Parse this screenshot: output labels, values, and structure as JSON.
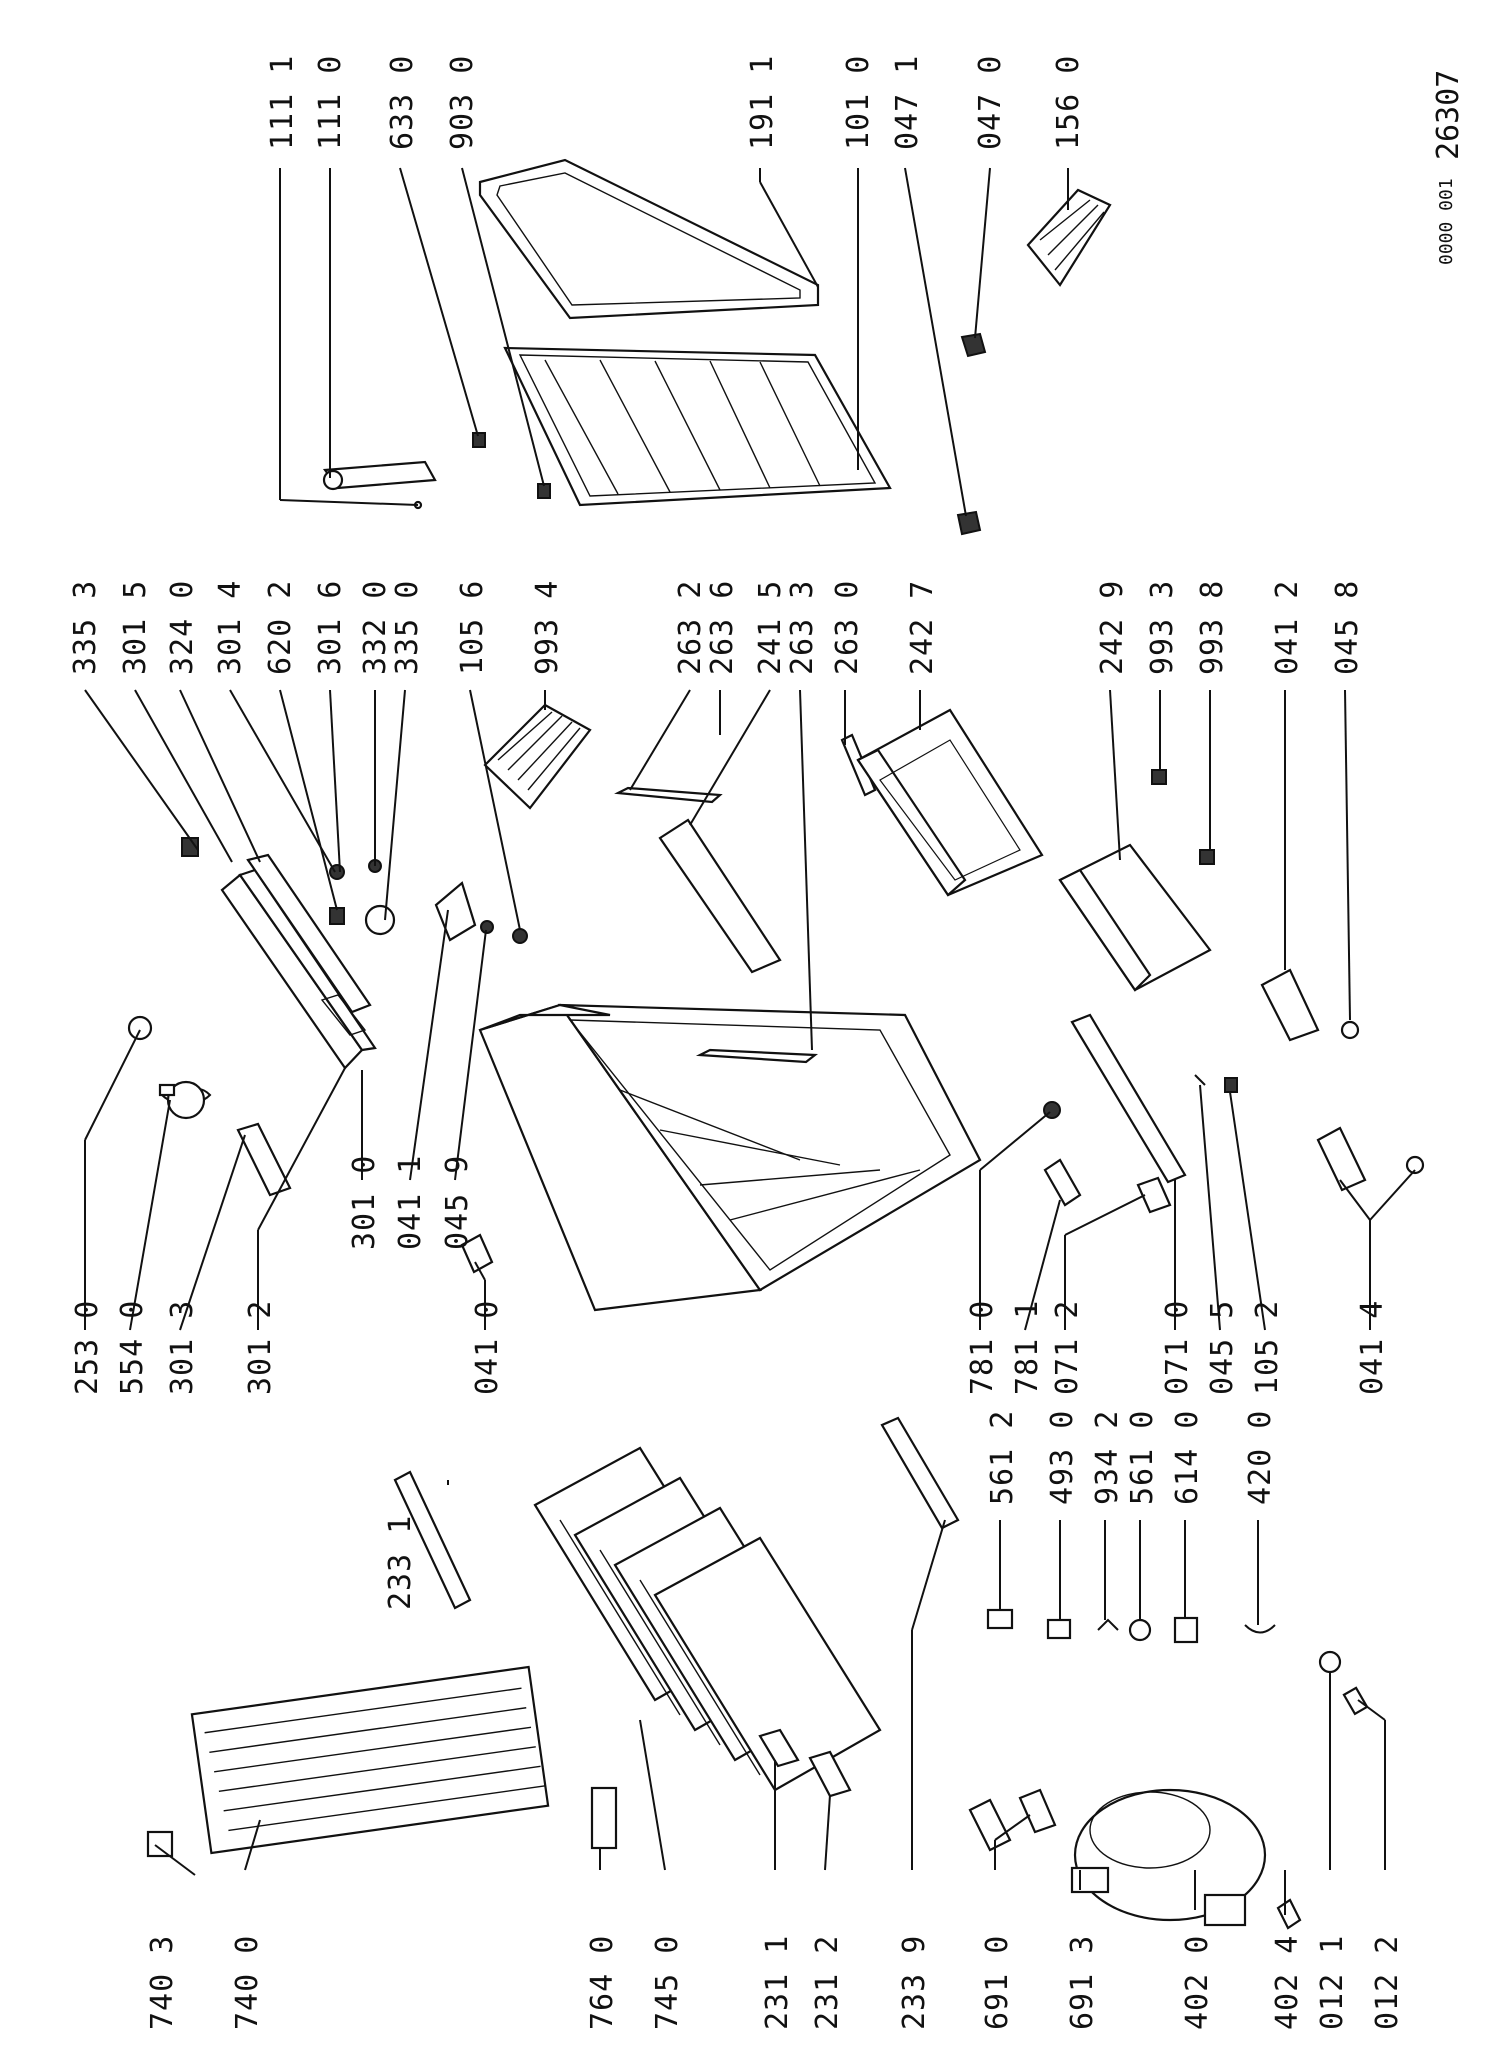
{
  "drawing": {
    "number": "26307",
    "code": "0000 001"
  },
  "labels": [
    {
      "id": "111-1",
      "text": "111 1"
    },
    {
      "id": "111-0",
      "text": "111 0"
    },
    {
      "id": "633-0",
      "text": "633 0"
    },
    {
      "id": "903-0",
      "text": "903 0"
    },
    {
      "id": "191-1",
      "text": "191 1"
    },
    {
      "id": "101-0",
      "text": "101 0"
    },
    {
      "id": "047-1",
      "text": "047 1"
    },
    {
      "id": "047-0",
      "text": "047 0"
    },
    {
      "id": "156-0",
      "text": "156 0"
    },
    {
      "id": "335-3",
      "text": "335 3"
    },
    {
      "id": "301-5",
      "text": "301 5"
    },
    {
      "id": "324-0",
      "text": "324 0"
    },
    {
      "id": "301-4",
      "text": "301 4"
    },
    {
      "id": "620-2",
      "text": "620 2"
    },
    {
      "id": "301-6",
      "text": "301 6"
    },
    {
      "id": "332-0",
      "text": "332 0"
    },
    {
      "id": "335-0",
      "text": "335 0"
    },
    {
      "id": "105-6",
      "text": "105 6"
    },
    {
      "id": "993-4",
      "text": "993 4"
    },
    {
      "id": "263-2",
      "text": "263 2"
    },
    {
      "id": "263-6",
      "text": "263 6"
    },
    {
      "id": "241-5",
      "text": "241 5"
    },
    {
      "id": "263-3",
      "text": "263 3"
    },
    {
      "id": "263-0",
      "text": "263 0"
    },
    {
      "id": "242-7",
      "text": "242 7"
    },
    {
      "id": "242-9",
      "text": "242 9"
    },
    {
      "id": "993-3",
      "text": "993 3"
    },
    {
      "id": "993-8",
      "text": "993 8"
    },
    {
      "id": "041-2",
      "text": "041 2"
    },
    {
      "id": "045-8",
      "text": "045 8"
    },
    {
      "id": "253-0",
      "text": "253 0"
    },
    {
      "id": "554-0",
      "text": "554 0"
    },
    {
      "id": "301-3",
      "text": "301 3"
    },
    {
      "id": "301-2",
      "text": "301 2"
    },
    {
      "id": "301-0",
      "text": "301 0"
    },
    {
      "id": "041-1",
      "text": "041 1"
    },
    {
      "id": "045-9",
      "text": "045 9"
    },
    {
      "id": "041-0",
      "text": "041 0"
    },
    {
      "id": "781-0",
      "text": "781 0"
    },
    {
      "id": "781-1",
      "text": "781 1"
    },
    {
      "id": "071-2",
      "text": "071 2"
    },
    {
      "id": "071-0",
      "text": "071 0"
    },
    {
      "id": "045-5",
      "text": "045 5"
    },
    {
      "id": "105-2",
      "text": "105 2"
    },
    {
      "id": "041-4",
      "text": "041 4"
    },
    {
      "id": "561-2",
      "text": "561 2"
    },
    {
      "id": "493-0",
      "text": "493 0"
    },
    {
      "id": "934-2",
      "text": "934 2"
    },
    {
      "id": "561-0",
      "text": "561 0"
    },
    {
      "id": "614-0",
      "text": "614 0"
    },
    {
      "id": "420-0",
      "text": "420 0"
    },
    {
      "id": "233-1",
      "text": "233 1"
    },
    {
      "id": "740-3",
      "text": "740 3"
    },
    {
      "id": "740-0",
      "text": "740 0"
    },
    {
      "id": "764-0",
      "text": "764 0"
    },
    {
      "id": "745-0",
      "text": "745 0"
    },
    {
      "id": "231-1",
      "text": "231 1"
    },
    {
      "id": "231-2",
      "text": "231 2"
    },
    {
      "id": "233-9",
      "text": "233 9"
    },
    {
      "id": "691-0",
      "text": "691 0"
    },
    {
      "id": "691-3",
      "text": "691 3"
    },
    {
      "id": "402-0",
      "text": "402 0"
    },
    {
      "id": "402-4",
      "text": "402 4"
    },
    {
      "id": "012-1",
      "text": "012 1"
    },
    {
      "id": "012-2",
      "text": "012 2"
    }
  ]
}
